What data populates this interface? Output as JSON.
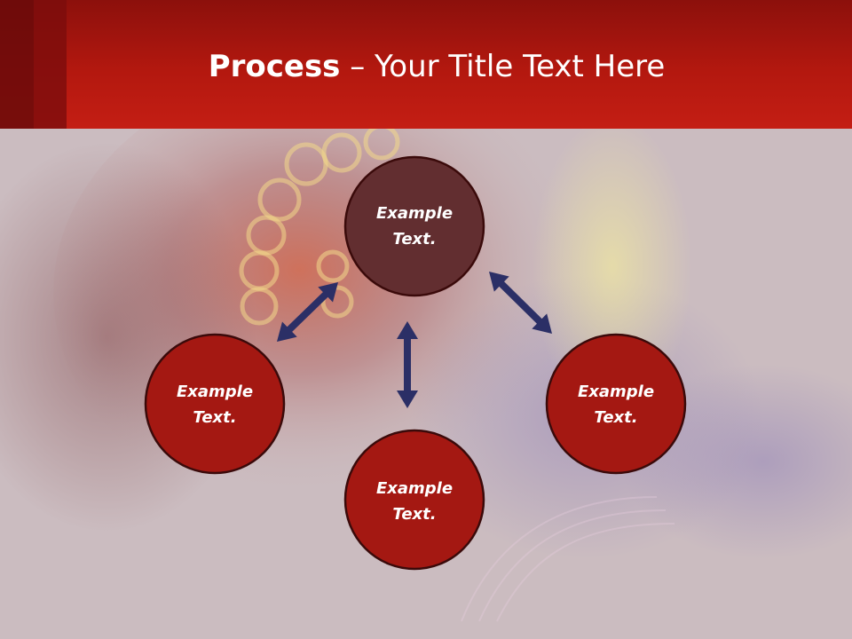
{
  "slide": {
    "title_bold": "Process",
    "title_rest": "– Your Title Text Here"
  },
  "nodes": [
    {
      "id": "top",
      "line1": "Example",
      "line2": "Text."
    },
    {
      "id": "left",
      "line1": "Example",
      "line2": "Text."
    },
    {
      "id": "bottom",
      "line1": "Example",
      "line2": "Text."
    },
    {
      "id": "right",
      "line1": "Example",
      "line2": "Text."
    }
  ],
  "colors": {
    "header": "#b3180f",
    "node_top_fill": "#622e30",
    "node_fill": "#a41812",
    "node_stroke": "#3a0a0a",
    "arrow": "#2b2f66"
  }
}
